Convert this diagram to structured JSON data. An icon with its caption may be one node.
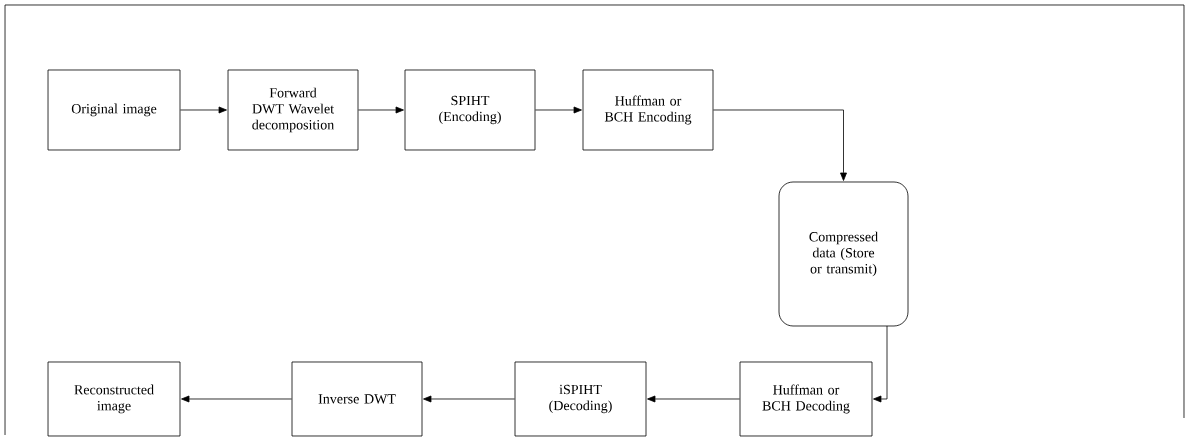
{
  "diagram": {
    "nodes": [
      {
        "text": [
          "Original image"
        ]
      },
      {
        "text": [
          "Forward DWT Wavelet decomposition"
        ]
      },
      {
        "text": [
          "SPIHT (Encoding)"
        ]
      },
      {
        "text": [
          "Huffman or BCH Encoding"
        ]
      },
      {
        "text": [
          "Compressed data (Store or transmit)"
        ]
      },
      {
        "text": [
          "Huffman or BCH Decoding"
        ]
      },
      {
        "text": [
          "iSPIHT (Decoding)"
        ]
      },
      {
        "text": [
          "Inverse DWT"
        ]
      },
      {
        "text": [
          "Reconstructed image"
        ]
      }
    ],
    "edges": [
      {
        "from": 0,
        "to": 1,
        "arrow": "to"
      },
      {
        "from": 1,
        "to": 2,
        "arrow": "to"
      },
      {
        "from": 2,
        "to": 3,
        "arrow": "to"
      },
      {
        "from": 3,
        "to": 4,
        "arrow": "to"
      },
      {
        "from": 4,
        "to": 5,
        "arrow": "to"
      },
      {
        "from": 5,
        "to": 6,
        "arrow": "to"
      },
      {
        "from": 6,
        "to": 7,
        "arrow": "to"
      },
      {
        "from": 7,
        "to": 8,
        "arrow": "to"
      }
    ]
  }
}
